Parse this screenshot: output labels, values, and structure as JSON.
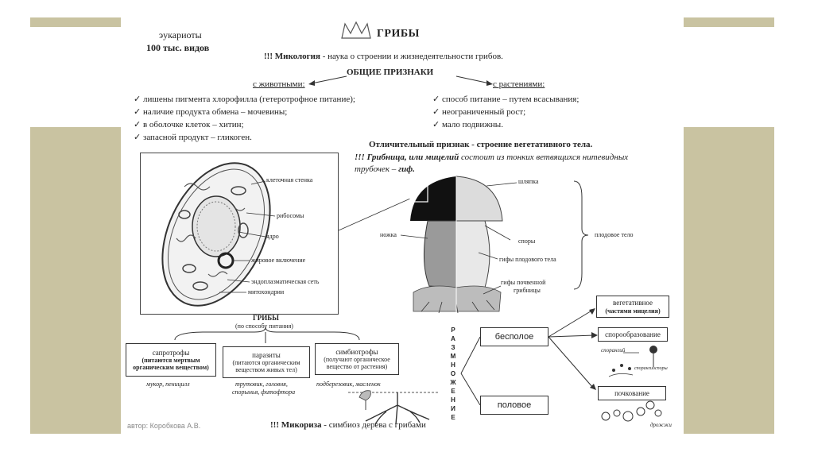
{
  "header": {
    "left_line1": "эукариоты",
    "left_line2": "100 тыс. видов",
    "title": "ГРИБЫ",
    "mycology_prefix": "!!! Микология",
    "mycology_text": " - наука о строении и жизнедеятельности грибов.",
    "common_title": "ОБЩИЕ ПРИЗНАКИ"
  },
  "animals": {
    "heading": "с животными:",
    "items": [
      "лишены пигмента хлорофилла (гетеротрофное питание);",
      "наличие продукта обмена – мочевины;",
      "в оболочке клеток – хитин;",
      "запасной продукт – гликоген."
    ]
  },
  "plants": {
    "heading": "с растениями:",
    "items": [
      "способ питание – путем всасывания;",
      "неограниченный рост;",
      "мало подвижны."
    ]
  },
  "distinct": {
    "title": "Отличительный признак - строение вегетативного тела.",
    "line1_prefix": "!!! Грибница, или мицелий",
    "line1_rest": " состоит из тонких ветвящихся нитевидных",
    "line2_prefix": "трубочек – ",
    "line2_bold": "гиф."
  },
  "cell_labels": [
    "клеточная стенка",
    "рибосомы",
    "ядро",
    "жировое включение",
    "эндоплазматическая сеть",
    "митохондрии"
  ],
  "mushroom_labels": {
    "cap": "шляпка",
    "stem": "ножка",
    "spores": "споры",
    "hyphae_fruit": "гифы плодового тела",
    "hyphae_soil1": "гифы почвенной",
    "hyphae_soil2": "грибницы",
    "fruit_body": "плодовое тело"
  },
  "nutrition": {
    "title": "ГРИБЫ",
    "subtitle": "(по способу питания)",
    "saprotrophs": {
      "name": "сапротрофы",
      "desc1": "(питаются мертвым",
      "desc2": "органическим веществом)",
      "examples": "мукор, пеницилл"
    },
    "parasites": {
      "name": "паразиты",
      "desc1": "(питаются органическим",
      "desc2": "веществом живых тел)",
      "examples1": "трутовик, головня,",
      "examples2": "спорынья, фитофтора"
    },
    "symbiotrophs": {
      "name": "симбиотрофы",
      "desc1": "(получают органическое",
      "desc2": "вещество от растения)",
      "examples": "подберезовик, масленок"
    }
  },
  "reproduction": {
    "vertical": "РАЗМНОЖЕНИЕ",
    "asexual": "бесполое",
    "sexual": "половое",
    "vegetative1": "вегетативное",
    "vegetative2": "(частями мицелия)",
    "sporulation": "спорообразование",
    "budding": "почкование",
    "sporangium": "спорангий",
    "spores_label": "спорангиоспоры",
    "yeast": "дрожжи"
  },
  "footer": {
    "author": "автор: Коробкова А.В.",
    "mycorrhiza_prefix": "!!! Микориза",
    "mycorrhiza_text": " - симбиоз дерева с грибами"
  }
}
